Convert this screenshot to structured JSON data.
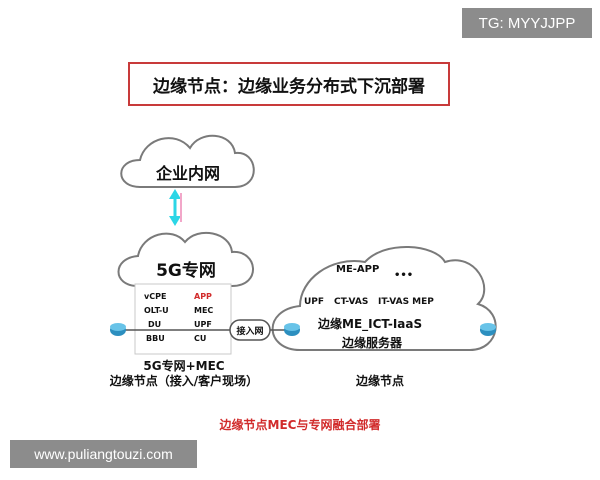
{
  "badge": "TG: MYYJJPP",
  "title": "边缘节点：边缘业务分布式下沉部署",
  "enterprise_cloud": "企业内网",
  "cloud_5g": "5G专网",
  "left_table": [
    [
      "vCPE",
      "APP"
    ],
    [
      "OLT-U",
      "MEC"
    ],
    [
      "DU",
      "UPF"
    ],
    [
      "BBU",
      "CU"
    ]
  ],
  "connector_label": "接入网",
  "right_cloud": {
    "app": "ME-APP",
    "dots": "•••",
    "row": [
      "UPF",
      "CT-VAS",
      "IT-VAS MEP"
    ],
    "line1": "边缘ME_ICT-IaaS",
    "line2": "边缘服务器"
  },
  "left_caption_1": "5G专网+MEC",
  "left_caption_2": "边缘节点（接入/客户现场）",
  "right_caption": "边缘节点",
  "bottom_caption": "边缘节点MEC与专网融合部署",
  "watermark": "www.puliangtouzi.com",
  "colors": {
    "border_red": "#c83a3a",
    "app_red": "#d12b2b",
    "cloud_stroke": "#7a7a7a",
    "arrow_cyan": "#2bd6e6",
    "arrow_pink": "#f2a7c9"
  }
}
